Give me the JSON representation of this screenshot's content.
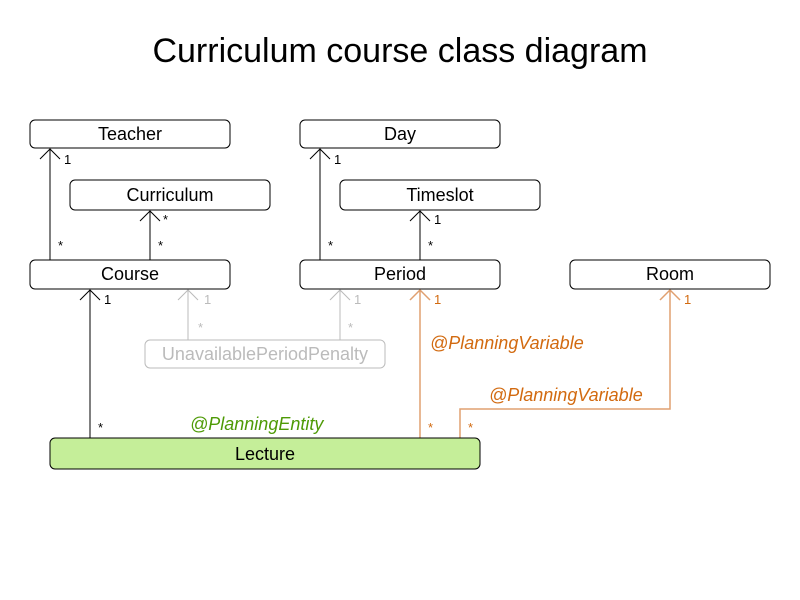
{
  "title": "Curriculum course class diagram",
  "classes": {
    "teacher": "Teacher",
    "day": "Day",
    "curriculum": "Curriculum",
    "timeslot": "Timeslot",
    "course": "Course",
    "period": "Period",
    "room": "Room",
    "unavailable_period_penalty": "UnavailablePeriodPenalty",
    "lecture": "Lecture"
  },
  "annotations": {
    "planning_entity": "@PlanningEntity",
    "planning_variable_period": "@PlanningVariable",
    "planning_variable_room": "@PlanningVariable"
  },
  "multiplicities": {
    "one": "1",
    "many": "*"
  },
  "colors": {
    "entity_fill": "#c5ee99",
    "entity_text": "#4e9a06",
    "variable": "#d26a10",
    "inactive": "#bbbbbb"
  }
}
